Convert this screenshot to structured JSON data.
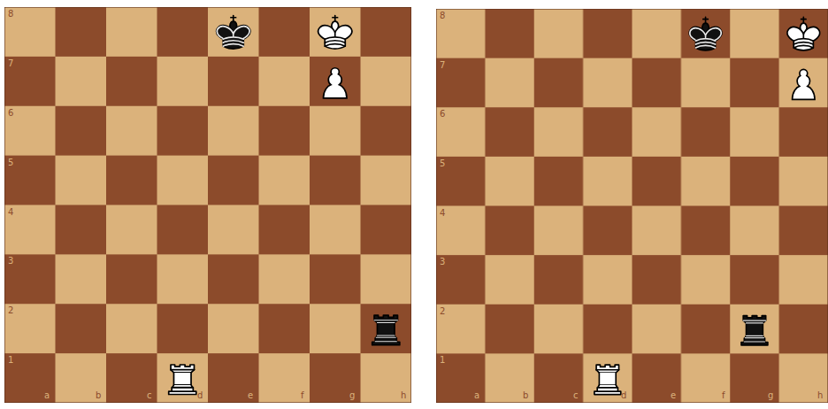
{
  "diagram": {
    "labels": [
      "8",
      "7",
      "6",
      "5",
      "4",
      "3",
      "2",
      "1",
      "a",
      "b",
      "c",
      "d",
      "e",
      "f",
      "g",
      "h",
      "8",
      "7",
      "6",
      "5",
      "4",
      "3",
      "2",
      "1",
      "a",
      "b",
      "c",
      "d",
      "e",
      "f",
      "g",
      "h"
    ]
  }
}
